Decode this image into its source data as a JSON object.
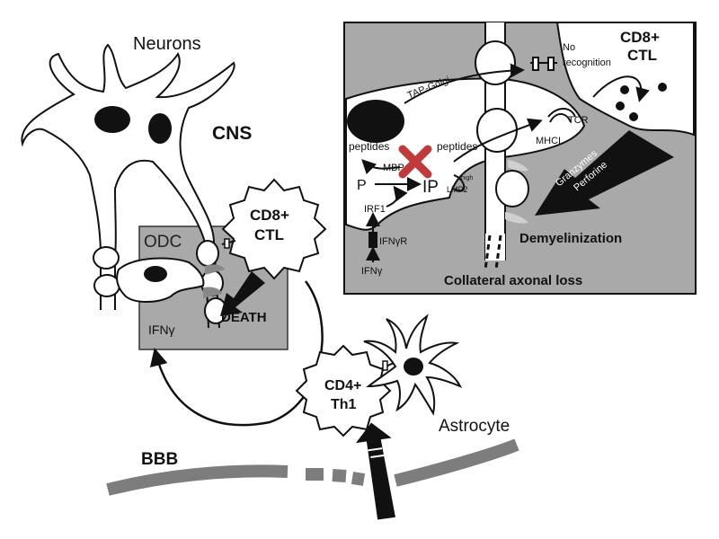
{
  "labels": {
    "neurons": "Neurons",
    "cns": "CNS",
    "odc": "ODC",
    "cd8_ctl_line1": "CD8+",
    "cd8_ctl_line2": "CTL",
    "death": "DEATH",
    "ifng_main": "IFNγ",
    "cd4_line1": "CD4+",
    "cd4_line2": "Th1",
    "astrocyte": "Astrocyte",
    "bbb": "BBB"
  },
  "inset": {
    "cd8_line1": "CD8+",
    "cd8_line2": "CTL",
    "no_recognition_line1": "No",
    "no_recognition_line2": "recognition",
    "tap_golgi": "TAP-Golgi",
    "tcr": "TCR",
    "mhci": "MHCI",
    "peptides_left": "peptides",
    "peptides_right": "peptides",
    "mbp": "MBP",
    "p": "P",
    "ip": "IP",
    "lmp2": "LMP2",
    "high": "high",
    "irf1": "IRF1",
    "ifngr": "IFNγR",
    "ifng": "IFNγ",
    "granzymes": "Granzymes",
    "perforine": "Perforine",
    "demyelinization": "Demyelinization",
    "collateral": "Collateral axonal loss"
  },
  "colors": {
    "gray_box": "#a9a9a9",
    "gray_fill": "#9a9a9a",
    "dark": "#111111",
    "red_x": "#c0393b",
    "bbb": "#7d7d7d"
  }
}
